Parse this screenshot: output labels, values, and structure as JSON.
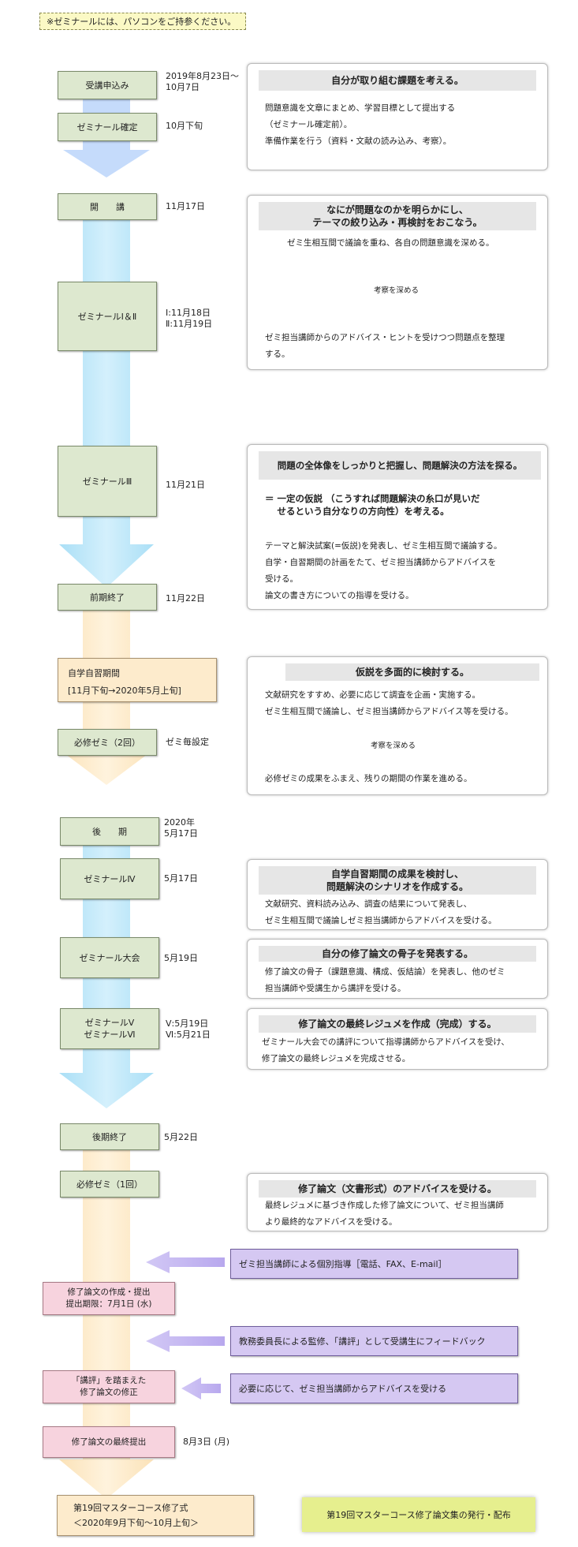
{
  "notice": "※ゼミナールには、パソコンをご持参ください。",
  "steps": {
    "apply": {
      "label": "受講申込み",
      "date": "2019年8月23日～\n10月7日"
    },
    "confirm": {
      "label": "ゼミナール確定",
      "date": "10月下旬"
    },
    "open": {
      "label": "開　　講",
      "date": "11月17日"
    },
    "sem12": {
      "label": "ゼミナールⅠ＆Ⅱ",
      "date": "Ⅰ:11月18日\nⅡ:11月19日"
    },
    "sem3": {
      "label": "ゼミナールⅢ",
      "date": "11月21日"
    },
    "first_end": {
      "label": "前期終了",
      "date": "11月22日"
    },
    "self_study": {
      "label": "自学自習期間\n[11月下旬→2020年5月上旬]"
    },
    "required2": {
      "label": "必修ゼミ（2回）",
      "date": "ゼミ毎設定"
    },
    "second": {
      "label": "後　　期",
      "date": "2020年\n5月17日"
    },
    "sem4": {
      "label": "ゼミナールⅣ",
      "date": "5月17日"
    },
    "conference": {
      "label": "ゼミナール大会",
      "date": "5月19日"
    },
    "sem56": {
      "label": "ゼミナールⅤ\nゼミナールⅥ",
      "date": "Ⅴ:5月19日\nⅥ:5月21日"
    },
    "second_end": {
      "label": "後期終了",
      "date": "5月22日"
    },
    "required1": {
      "label": "必修ゼミ（1回）"
    },
    "thesis_submit": {
      "label": "修了論文の作成・提出\n提出期限：7月1日 (水)"
    },
    "thesis_revise": {
      "label": "「講評」を踏まえた\n修了論文の修正"
    },
    "final_submit": {
      "label": "修了論文の最終提出",
      "date": "8月3日 (月)"
    },
    "completion": {
      "label": "第19回マスターコース修了式\n＜2020年9月下旬～10月上旬＞"
    },
    "publication": {
      "label": "第19回マスターコース修了論文集の発行・配布"
    }
  },
  "panels": {
    "p1": {
      "title": "自分が取り組む課題を考える。",
      "body": "問題意識を文章にまとめ、学習目標として提出する\n（ゼミナール確定前）。\n準備作業を行う（資料・文献の読み込み、考察）。"
    },
    "p2": {
      "title": "なにが問題なのかを明らかにし、\nテーマの絞り込み・再検討をおこなう。",
      "top": "ゼミ生相互間で議論を重ね、各自の問題意識を深める。",
      "middle": "考察を深める",
      "bottom": "ゼミ担当講師からのアドバイス・ヒントを受けつつ問題点を整理\nする。"
    },
    "p3": {
      "title": "問題の全体像をしっかりと把握し、問題解決の方法を探る。",
      "sub": "＝ 一定の仮説 （こうすれば問題解決の糸口が見いだ\n　 せるという自分なりの方向性）を考える。",
      "body": "テーマと解決試案(=仮説)を発表し、ゼミ生相互間で議論する。\n自学・自習期間の計画をたて、ゼミ担当講師からアドバイスを\n受ける。\n論文の書き方についての指導を受ける。"
    },
    "p4": {
      "title": "仮説を多面的に検討する。",
      "top": "文献研究をすすめ、必要に応じて調査を企画・実施する。\nゼミ生相互間で議論し、ゼミ担当講師からアドバイス等を受ける。",
      "middle": "考察を深める",
      "bottom": "必修ゼミの成果をふまえ、残りの期間の作業を進める。"
    },
    "p5": {
      "title": "自学自習期間の成果を検討し、\n問題解決のシナリオを作成する。",
      "body": "文献研究、資料読み込み、調査の結果について発表し、\nゼミ生相互間で議論しゼミ担当講師からアドバイスを受ける。"
    },
    "p6": {
      "title": "自分の修了論文の骨子を発表する。",
      "body": "修了論文の骨子（課題意識、構成、仮結論）を発表し、他のゼミ\n担当講師や受講生から講評を受ける。"
    },
    "p7": {
      "title": "修了論文の最終レジュメを作成（完成）する。",
      "body": "ゼミナール大会での講評について指導講師からアドバイスを受け、\n修了論文の最終レジュメを完成させる。"
    },
    "p8": {
      "title": "修了論文（文書形式）のアドバイスを受ける。",
      "body": "最終レジュメに基づき作成した修了論文について、ゼミ担当講師\nより最終的なアドバイスを受ける。"
    }
  },
  "feedback": {
    "f1": "ゼミ担当講師による個別指導［電話、FAX、E-mail］",
    "f2": "教務委員長による監修、「講評」として受講生にフィードバック",
    "f3": "必要に応じて、ゼミ担当講師からアドバイスを受ける"
  },
  "colors": {
    "blue_arrow": "#c9ecfb",
    "orange_arrow": "#fdebcc",
    "green_box": "#dde8cf",
    "pink_box": "#f7d3de",
    "purple_box": "#d5c8f2"
  }
}
